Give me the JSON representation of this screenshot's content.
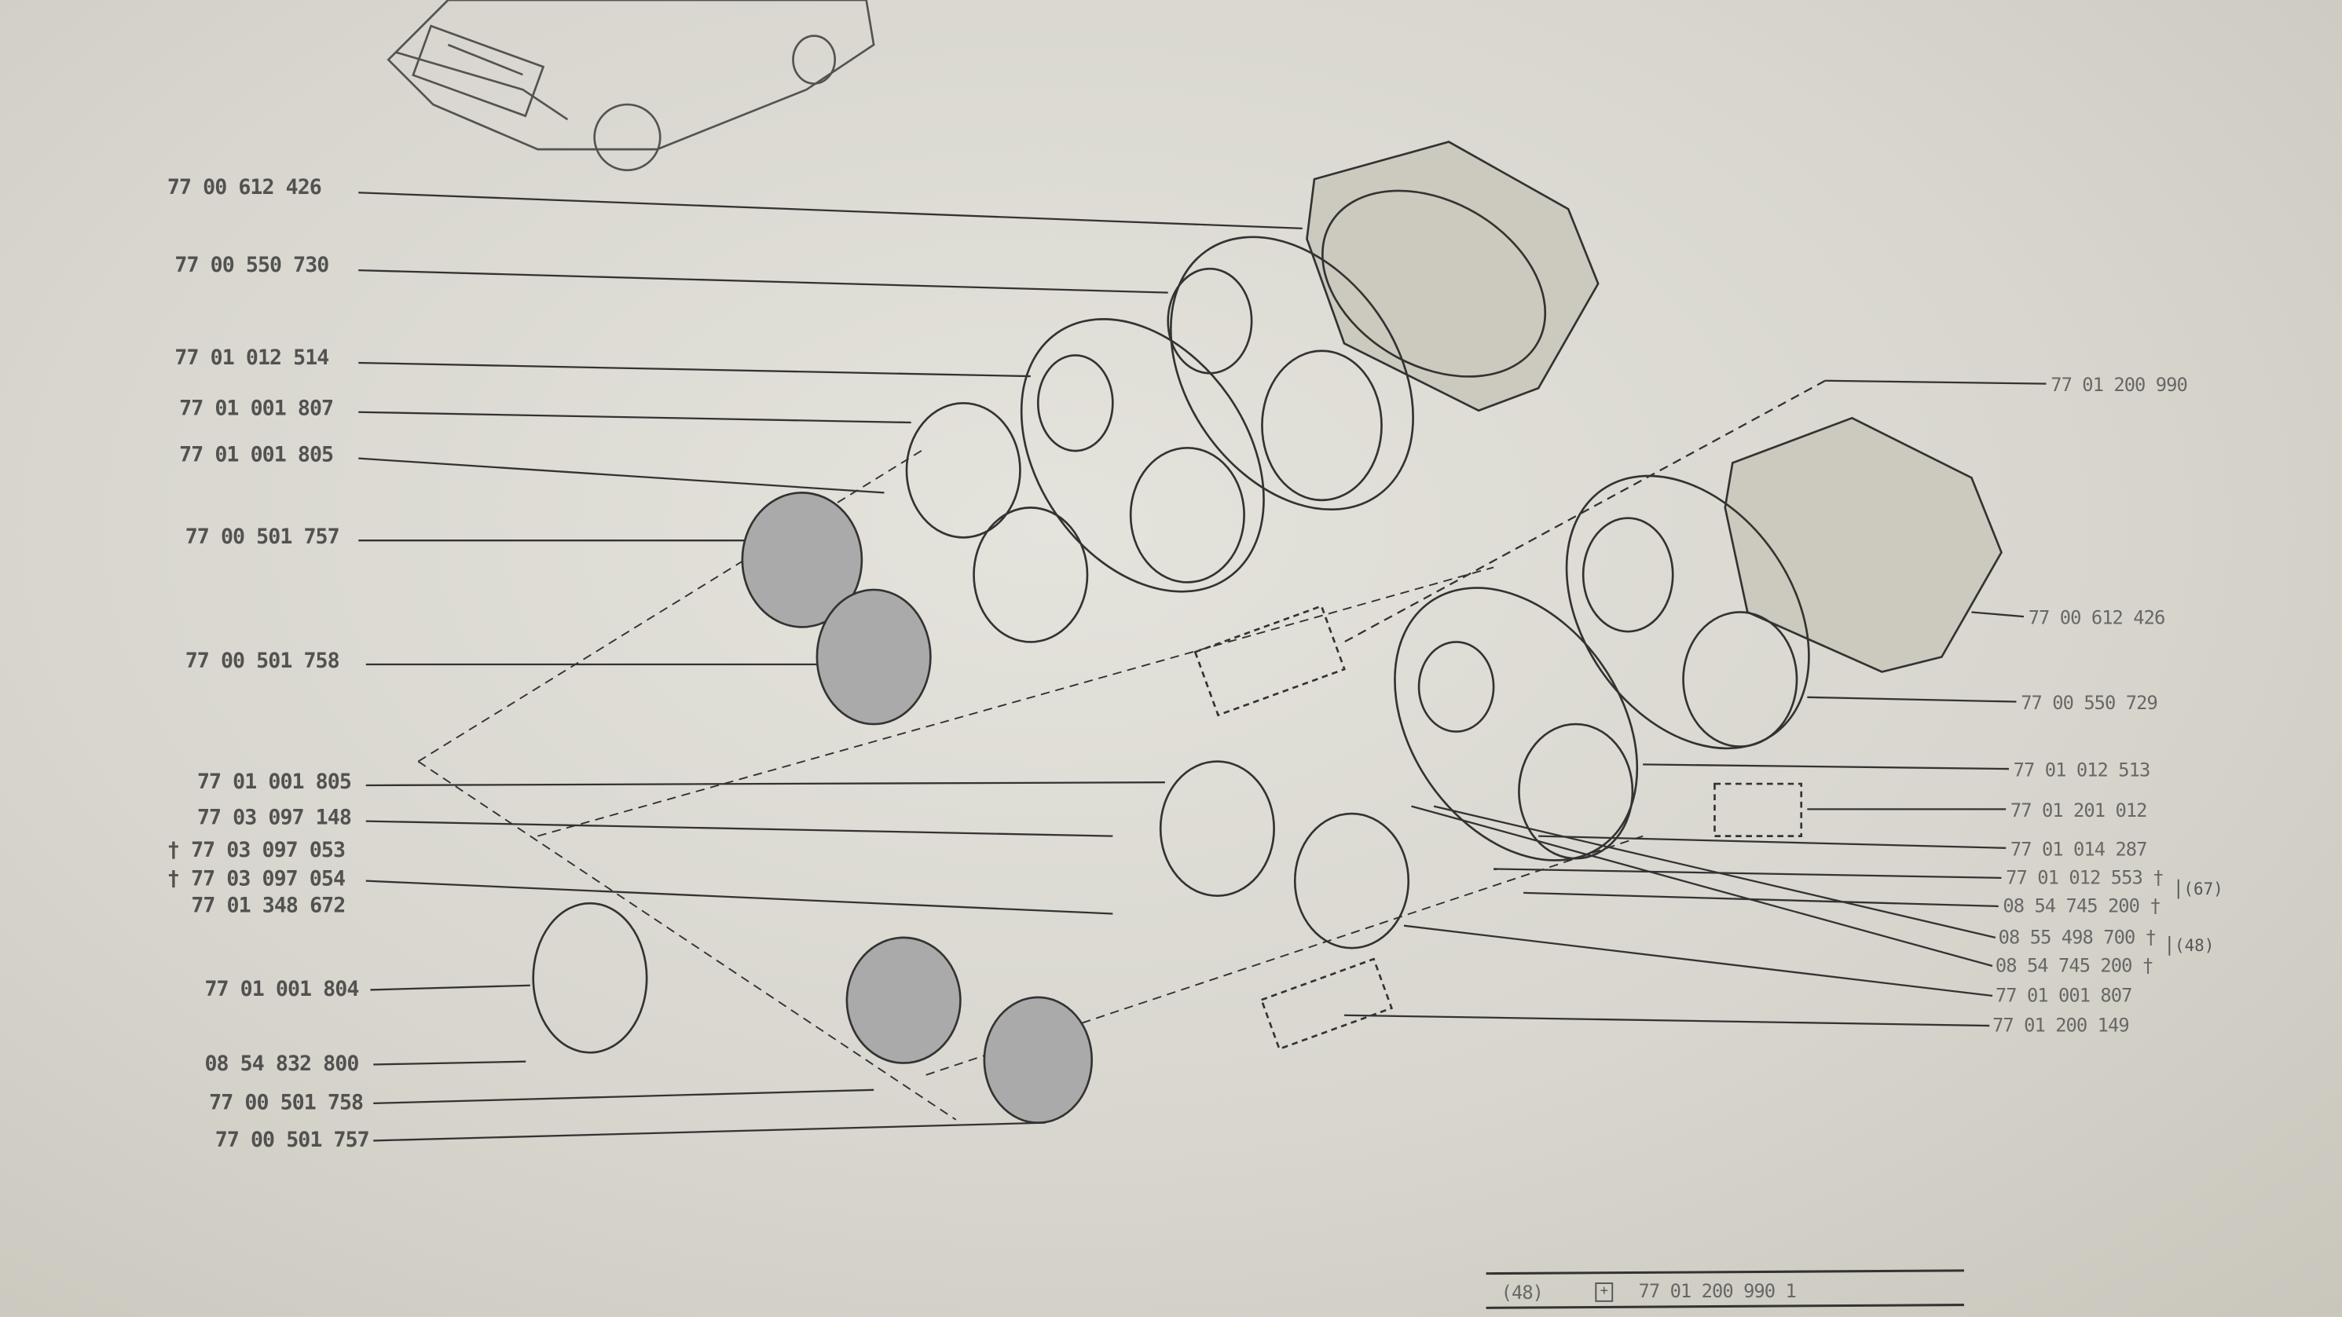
{
  "left_labels": [
    "77 00 612 426",
    "77 00 550 730",
    "77 01 012 514",
    "77 01 001 807",
    "77 01 001 805",
    "77 00 501 757",
    "77 00 501 758",
    "77 01 001 805",
    "77 03 097 148",
    "† 77 03 097 053",
    "† 77 03 097 054",
    "77 01 348 672",
    "77 01 001 804",
    "08 54 832 800",
    "77 00 501 758",
    "77 00 501 757"
  ],
  "right_labels": [
    "77 01 200 990",
    "77 00 612 426",
    "77 00 550 729",
    "77 01 012 513",
    "77 01 201 012",
    "77 01 014 287",
    "77 01 012 553 †",
    "08 54 745 200 †",
    "08 55 498 700 †",
    "08 54 745 200 †",
    "77 01 001 807",
    "77 01 200 149"
  ],
  "right_groups": [
    "(67)",
    "(48)"
  ],
  "footer": {
    "ref": "(48)",
    "icon": "square-plus-icon",
    "part": "77 01 200 990 1"
  }
}
